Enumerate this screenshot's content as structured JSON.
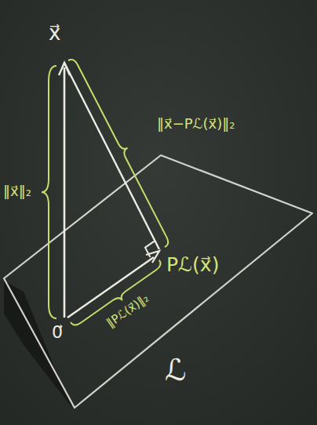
{
  "diagram": {
    "labels": [
      "x⃗",
      "‖x⃗−Pℒ(x⃗)‖₂",
      "‖x⃗‖₂",
      "Pℒ(x⃗)",
      "0⃗",
      "‖Pℒ(x⃗)‖₂",
      "ℒ"
    ]
  }
}
